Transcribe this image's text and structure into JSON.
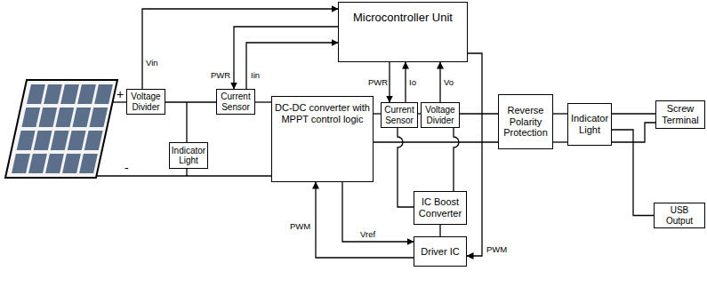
{
  "diagram": {
    "nodes": [
      {
        "text": [
          "Voltage Divider"
        ]
      },
      {
        "text": [
          "Indicator Light"
        ]
      },
      {
        "text": [
          "Current Sensor"
        ]
      },
      {
        "text": [
          "Microcontroller Unit"
        ]
      },
      {
        "text": [
          "DC-DC converter with MPPT control logic"
        ]
      },
      {
        "text": [
          "Current Sensor"
        ]
      },
      {
        "text": [
          "Voltage Divider"
        ]
      },
      {
        "text": [
          "Reverse Polarity Protection"
        ]
      },
      {
        "text": [
          "Indicator Light"
        ]
      },
      {
        "text": [
          "Screw Terminal"
        ]
      },
      {
        "text": [
          "USB Output"
        ]
      },
      {
        "text": [
          "IC Boost Converter"
        ]
      },
      {
        "text": [
          "Driver IC"
        ]
      }
    ],
    "edges": [
      {
        "from": 0,
        "to": 3,
        "arrow": "to",
        "label": "Vin"
      },
      {
        "from": 3,
        "to": 2,
        "arrow": "to",
        "label": "PWR"
      },
      {
        "from": 2,
        "to": 3,
        "arrow": "to",
        "label": "Iin"
      },
      {
        "from": 3,
        "to": 5,
        "arrow": "to",
        "label": "PWR"
      },
      {
        "from": 5,
        "to": 3,
        "arrow": "to",
        "label": "Io"
      },
      {
        "from": 6,
        "to": 3,
        "arrow": "to",
        "label": "Vo"
      },
      {
        "from": 3,
        "to": 12,
        "arrow": "to",
        "label": "PWM"
      },
      {
        "from": 12,
        "to": 4,
        "arrow": "to",
        "label": "PWM"
      },
      {
        "from": 4,
        "to": 12,
        "arrow": "to",
        "label": "Vref"
      },
      {
        "from": 0,
        "to": 2,
        "arrow": "none"
      },
      {
        "from": 2,
        "to": 4,
        "arrow": "none"
      },
      {
        "from": 4,
        "to": 5,
        "arrow": "none"
      },
      {
        "from": 5,
        "to": 6,
        "arrow": "none"
      },
      {
        "from": 6,
        "to": 7,
        "arrow": "none"
      },
      {
        "from": 7,
        "to": 8,
        "arrow": "none"
      },
      {
        "from": 8,
        "to": 9,
        "arrow": "none"
      },
      {
        "from": 8,
        "to": 10,
        "arrow": "none"
      },
      {
        "from": 11,
        "to": 12,
        "arrow": "none"
      }
    ],
    "labels": [
      "+",
      "-"
    ]
  }
}
